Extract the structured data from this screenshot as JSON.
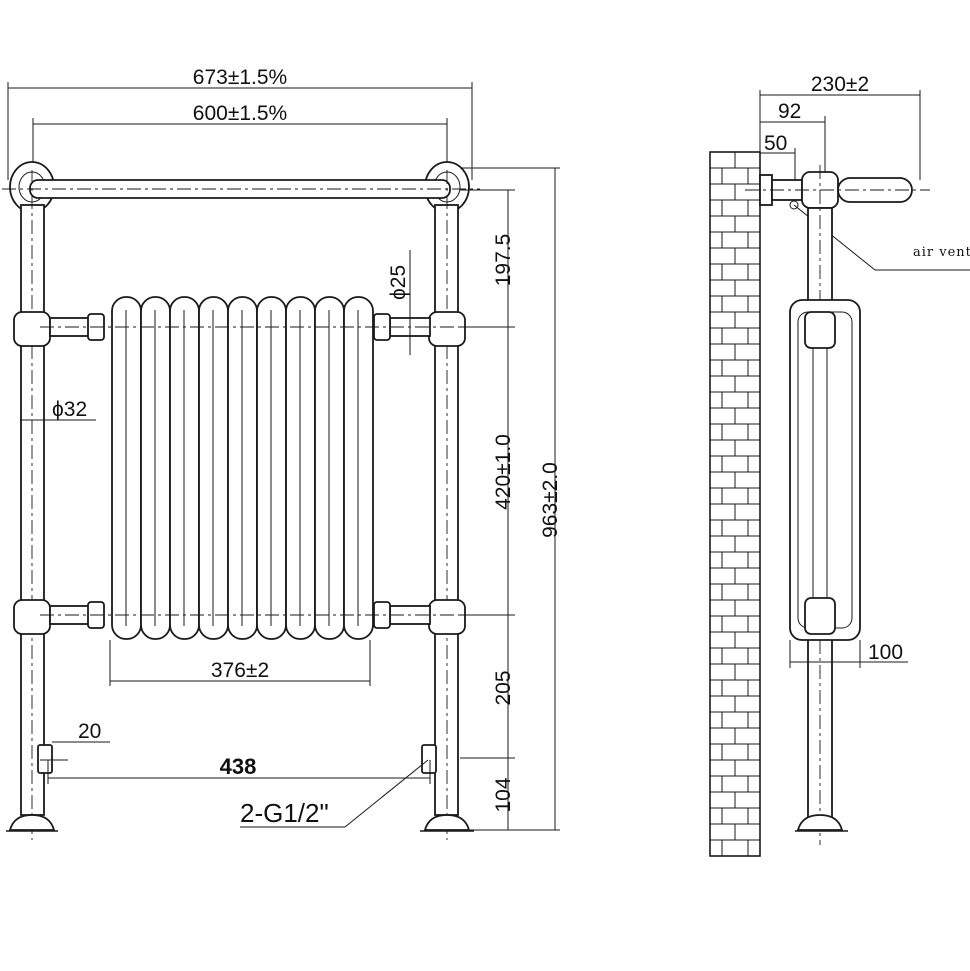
{
  "front_view": {
    "overall_width": "673±1.5%",
    "rail_centres": "600±1.5%",
    "top_rail_to_radiator": "197.5",
    "radiator_height": "420±1.0",
    "overall_height": "963±2.0",
    "bottom_to_floor_section": "205",
    "valve_height": "104",
    "radiator_width": "376±2",
    "pipe_centres": "438",
    "valve_offset": "20",
    "small_tube_dia": "ϕ25",
    "large_tube_dia": "ϕ32",
    "connection": "2-G1/2\""
  },
  "side_view": {
    "wall_projection": "230±2",
    "rail_projection": "92",
    "bracket_offset": "50",
    "depth": "100",
    "air_vent_label": "air vent"
  }
}
